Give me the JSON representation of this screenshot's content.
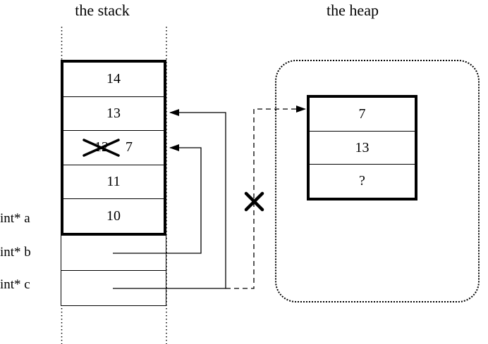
{
  "titles": {
    "stack": "the stack",
    "heap": "the heap"
  },
  "stack_frame": {
    "rows": [
      {
        "value": "14"
      },
      {
        "value": "13"
      },
      {
        "crossed_out": "12",
        "new_value": "7"
      },
      {
        "value": "11"
      },
      {
        "value": "10"
      }
    ]
  },
  "pointer_labels": {
    "a": "int* a",
    "b": "int* b",
    "c": "int* c"
  },
  "heap_block": {
    "cells": [
      "7",
      "13",
      "?"
    ]
  },
  "colors": {
    "ink": "#000000",
    "paper": "#ffffff"
  }
}
